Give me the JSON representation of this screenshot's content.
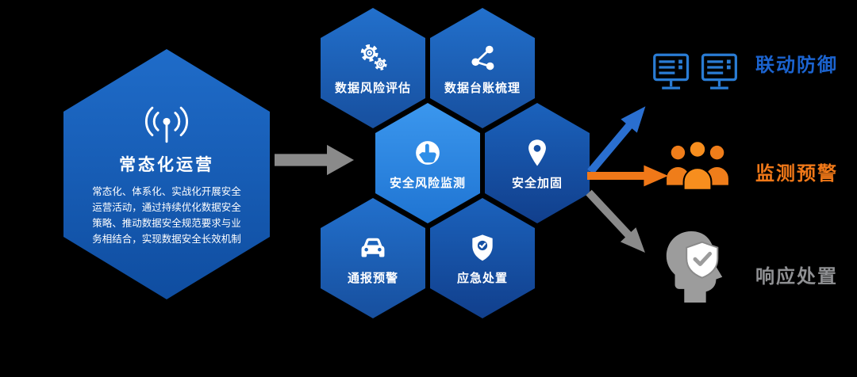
{
  "main_hex": {
    "title": "常态化运营",
    "description": "常态化、体系化、实战化开展安全运营活动，通过持续优化数据安全策略、推动数据安全规范要求与业务相结合，实现数据安全长效机制",
    "icon": "broadcast-icon"
  },
  "process_hexagons": [
    {
      "label": "数据风险评估",
      "icon": "gears-icon"
    },
    {
      "label": "数据台账梳理",
      "icon": "share-network-icon"
    },
    {
      "label": "安全风险监测",
      "icon": "hand-click-icon",
      "highlight": true
    },
    {
      "label": "安全加固",
      "icon": "location-pin-icon"
    },
    {
      "label": "通报预警",
      "icon": "car-icon"
    },
    {
      "label": "应急处置",
      "icon": "shield-check-icon"
    }
  ],
  "outputs": [
    {
      "label": "联动防御",
      "icon": "servers-icon",
      "color": "#1b63cf",
      "arrow_color": "#2a6fd0"
    },
    {
      "label": "监测预警",
      "icon": "people-group-icon",
      "color": "#f07818",
      "arrow_color": "#f07818"
    },
    {
      "label": "响应处置",
      "icon": "head-shield-icon",
      "color": "#8f9093",
      "arrow_color": "#8a8a8a"
    }
  ],
  "connectors": {
    "main_arrow_color": "#8a8a8a"
  },
  "colors": {
    "background": "#000000",
    "hex_default": "#1d66c0",
    "hex_highlight": "#2f8ae2",
    "hex_dark": "#16509f"
  }
}
